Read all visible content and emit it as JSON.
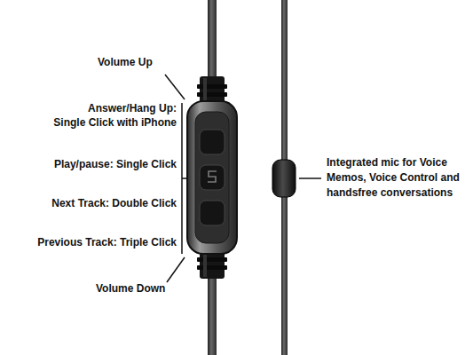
{
  "diagram": {
    "labels": [
      "Volume Up",
      "Answer/Hang Up: Single Click with iPhone",
      "Play/pause: Single Click",
      "Next Track: Double Click",
      "Previous Track: Triple Click",
      "Volume Down",
      "Integrated mic for Voice Memos, Voice Control and handsfree conversations"
    ]
  }
}
